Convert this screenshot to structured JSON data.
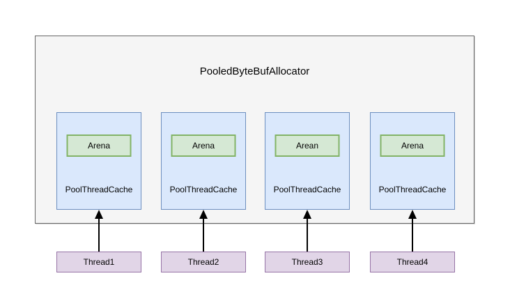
{
  "diagram": {
    "title": "PooledByteBufAllocator",
    "caches": [
      {
        "arena_label": "Arena",
        "label": "PoolThreadCache"
      },
      {
        "arena_label": "Arena",
        "label": "PoolThreadCache"
      },
      {
        "arena_label": "Arean",
        "label": "PoolThreadCache"
      },
      {
        "arena_label": "Arena",
        "label": "PoolThreadCache"
      }
    ],
    "threads": [
      {
        "label": "Thread1"
      },
      {
        "label": "Thread2"
      },
      {
        "label": "Thread3"
      },
      {
        "label": "Thread4"
      }
    ],
    "colors": {
      "outer_fill": "#f5f5f5",
      "outer_border": "#666666",
      "cache_fill": "#dae8fc",
      "cache_border": "#6c8ebf",
      "arena_fill": "#d5e8d4",
      "arena_border": "#82b366",
      "thread_fill": "#e1d5e7",
      "thread_border": "#9673a6",
      "arrow_color": "#000000",
      "text_color": "#000000"
    }
  }
}
